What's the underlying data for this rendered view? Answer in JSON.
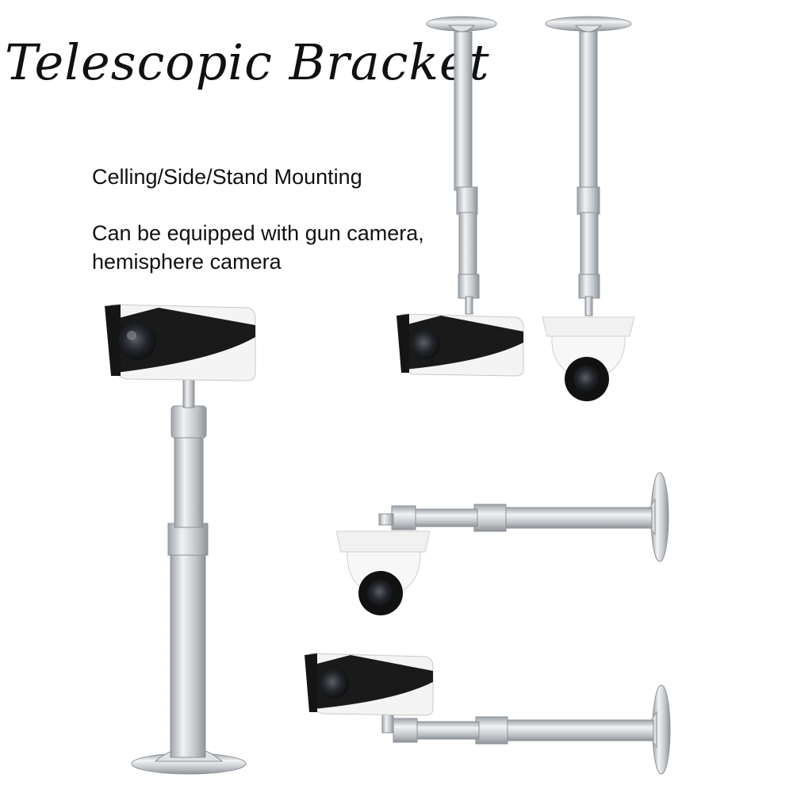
{
  "header": {
    "title": "Telescopic Bracket"
  },
  "features": {
    "mounting": "Celling/Side/Stand Mounting",
    "compatibility": "Can be equipped with gun camera, hemisphere camera"
  },
  "colors": {
    "metal": "#c9ccd0",
    "camera_body": "#f4f4f4",
    "camera_face": "#151515",
    "text": "#111111"
  }
}
